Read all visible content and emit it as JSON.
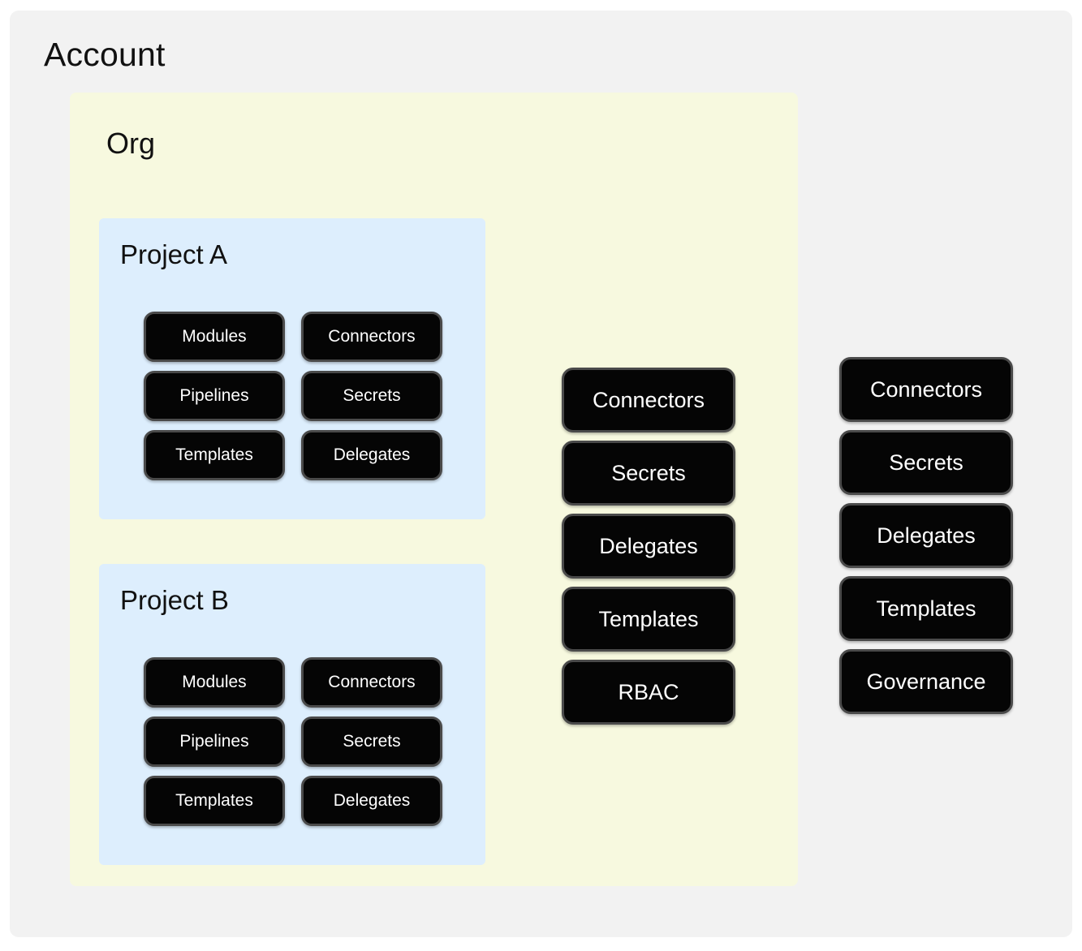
{
  "diagram": {
    "type": "nested-scope-hierarchy",
    "account": {
      "title": "Account",
      "background_color": "#f2f2f2",
      "resources": [
        {
          "label": "Connectors"
        },
        {
          "label": "Secrets"
        },
        {
          "label": "Delegates"
        },
        {
          "label": "Templates"
        },
        {
          "label": "Governance"
        }
      ]
    },
    "org": {
      "title": "Org",
      "background_color": "#f7f9df",
      "resources": [
        {
          "label": "Connectors"
        },
        {
          "label": "Secrets"
        },
        {
          "label": "Delegates"
        },
        {
          "label": "Templates"
        },
        {
          "label": "RBAC"
        }
      ]
    },
    "projects": [
      {
        "title": "Project A",
        "background_color": "#ddeefd",
        "resources": [
          {
            "label": "Modules"
          },
          {
            "label": "Connectors"
          },
          {
            "label": "Pipelines"
          },
          {
            "label": "Secrets"
          },
          {
            "label": "Templates"
          },
          {
            "label": "Delegates"
          }
        ]
      },
      {
        "title": "Project B",
        "background_color": "#ddeefd",
        "resources": [
          {
            "label": "Modules"
          },
          {
            "label": "Connectors"
          },
          {
            "label": "Pipelines"
          },
          {
            "label": "Secrets"
          },
          {
            "label": "Templates"
          },
          {
            "label": "Delegates"
          }
        ]
      }
    ],
    "colors": {
      "page": "#ffffff",
      "account_panel": "#f2f2f2",
      "org_panel": "#f7f9df",
      "project_panel": "#ddeefd",
      "pill_fill": "#050505",
      "pill_border": "#4a4a4a",
      "pill_text": "#ffffff",
      "heading_text": "#111111"
    }
  }
}
